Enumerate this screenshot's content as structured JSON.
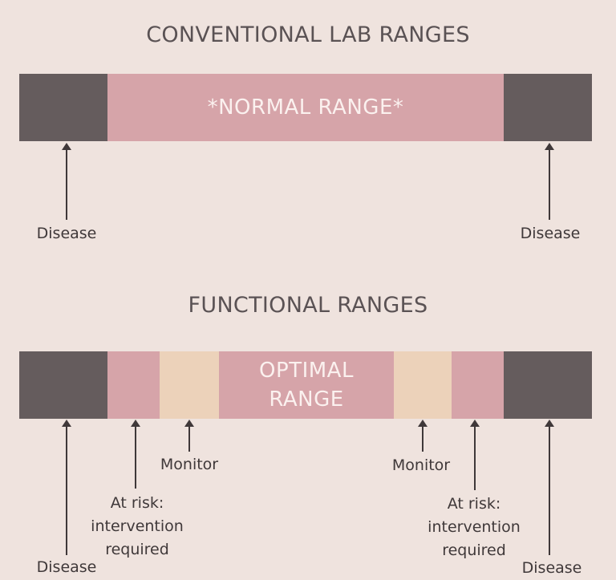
{
  "conventional": {
    "title": "CONVENTIONAL LAB RANGES",
    "normal_range_label": "*NORMAL RANGE*",
    "left_label": "Disease",
    "right_label": "Disease"
  },
  "functional": {
    "title": "FUNCTIONAL RANGES",
    "optimal_range_label": "OPTIMAL\nRANGE",
    "labels": {
      "disease_left": "Disease",
      "at_risk_left": "At risk:\nintervention\nrequired",
      "monitor_left": "Monitor",
      "monitor_right": "Monitor",
      "at_risk_right": "At risk:\nintervention\nrequired",
      "disease_right": "Disease"
    }
  },
  "colors": {
    "background": "#efe3de",
    "disease": "#655c5d",
    "normal": "#d6a4a9",
    "monitor": "#ecd2ba",
    "text": "#3f3839"
  }
}
